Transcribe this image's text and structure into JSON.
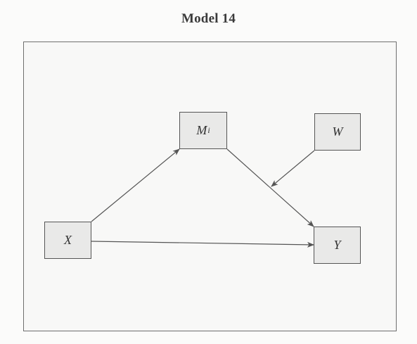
{
  "title": "Model 14",
  "nodes": {
    "x": {
      "label": "X"
    },
    "m": {
      "label": "M",
      "subscript": "i"
    },
    "w": {
      "label": "W"
    },
    "y": {
      "label": "Y"
    }
  },
  "edges": [
    {
      "from": "X",
      "to": "Mi"
    },
    {
      "from": "Mi",
      "to": "Y"
    },
    {
      "from": "X",
      "to": "Y"
    },
    {
      "from": "W",
      "to": "Mi→Y path"
    }
  ],
  "colors": {
    "line": "#555555",
    "node_fill": "#e9e9e8",
    "frame": "#6e6e6e"
  }
}
